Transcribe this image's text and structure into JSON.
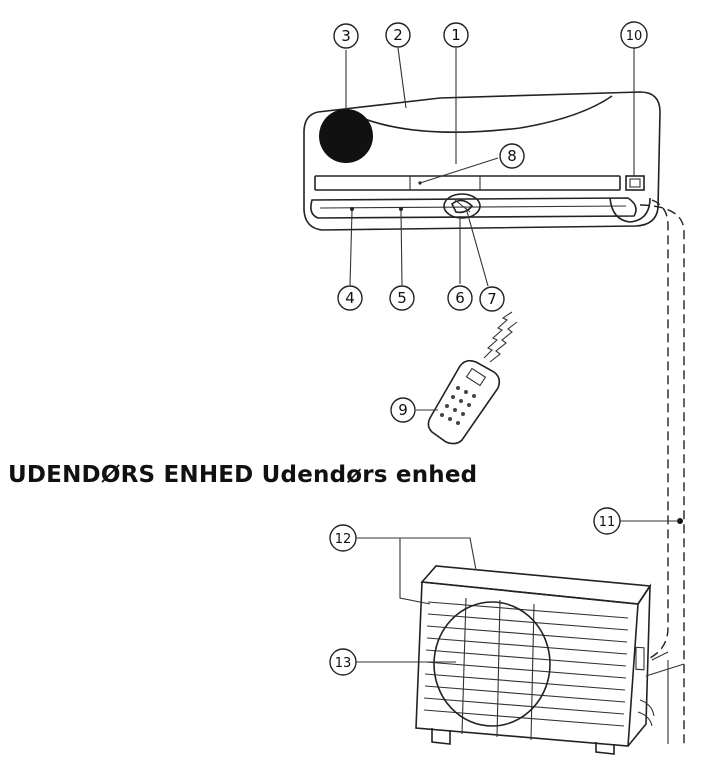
{
  "heading": "UDENDØRS ENHED Udendørs enhed",
  "callouts": [
    "1",
    "2",
    "3",
    "4",
    "5",
    "6",
    "7",
    "8",
    "9",
    "10",
    "11",
    "12",
    "13"
  ],
  "colors": {
    "line": "#222222",
    "background": "#ffffff",
    "fill_dark": "#111111"
  }
}
